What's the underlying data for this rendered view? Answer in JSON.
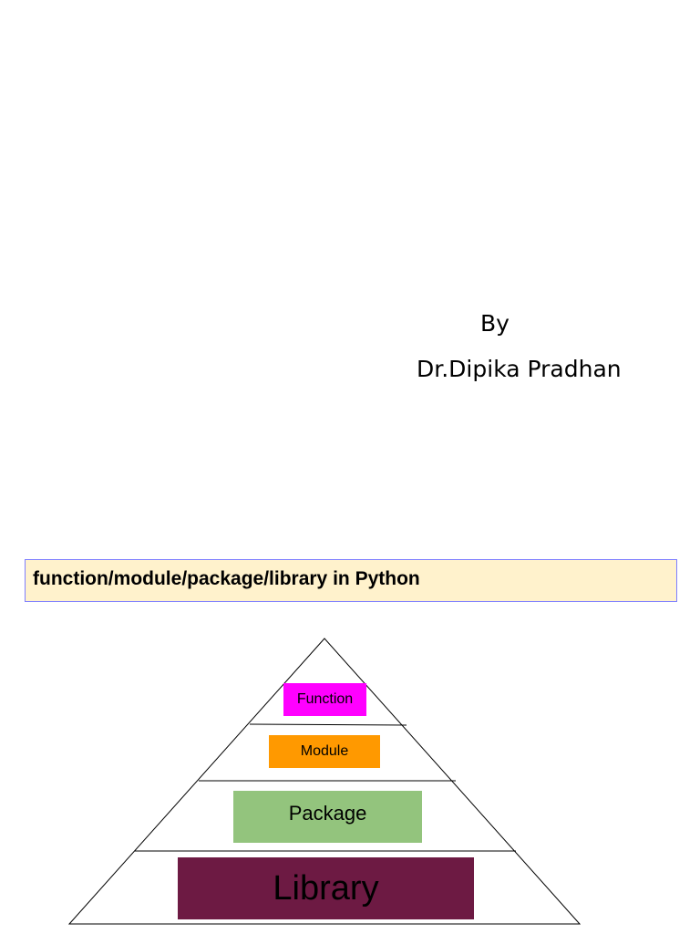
{
  "author": {
    "by": "By",
    "name": "Dr.Dipika Pradhan"
  },
  "banner": {
    "title": "function/module/package/library in Python"
  },
  "pyramid": {
    "tiers": [
      {
        "label": "Function",
        "color": "#ff00ff"
      },
      {
        "label": "Module",
        "color": "#ff9900"
      },
      {
        "label": "Package",
        "color": "#93c47d"
      },
      {
        "label": "Library",
        "color": "#6d1a43"
      }
    ]
  }
}
